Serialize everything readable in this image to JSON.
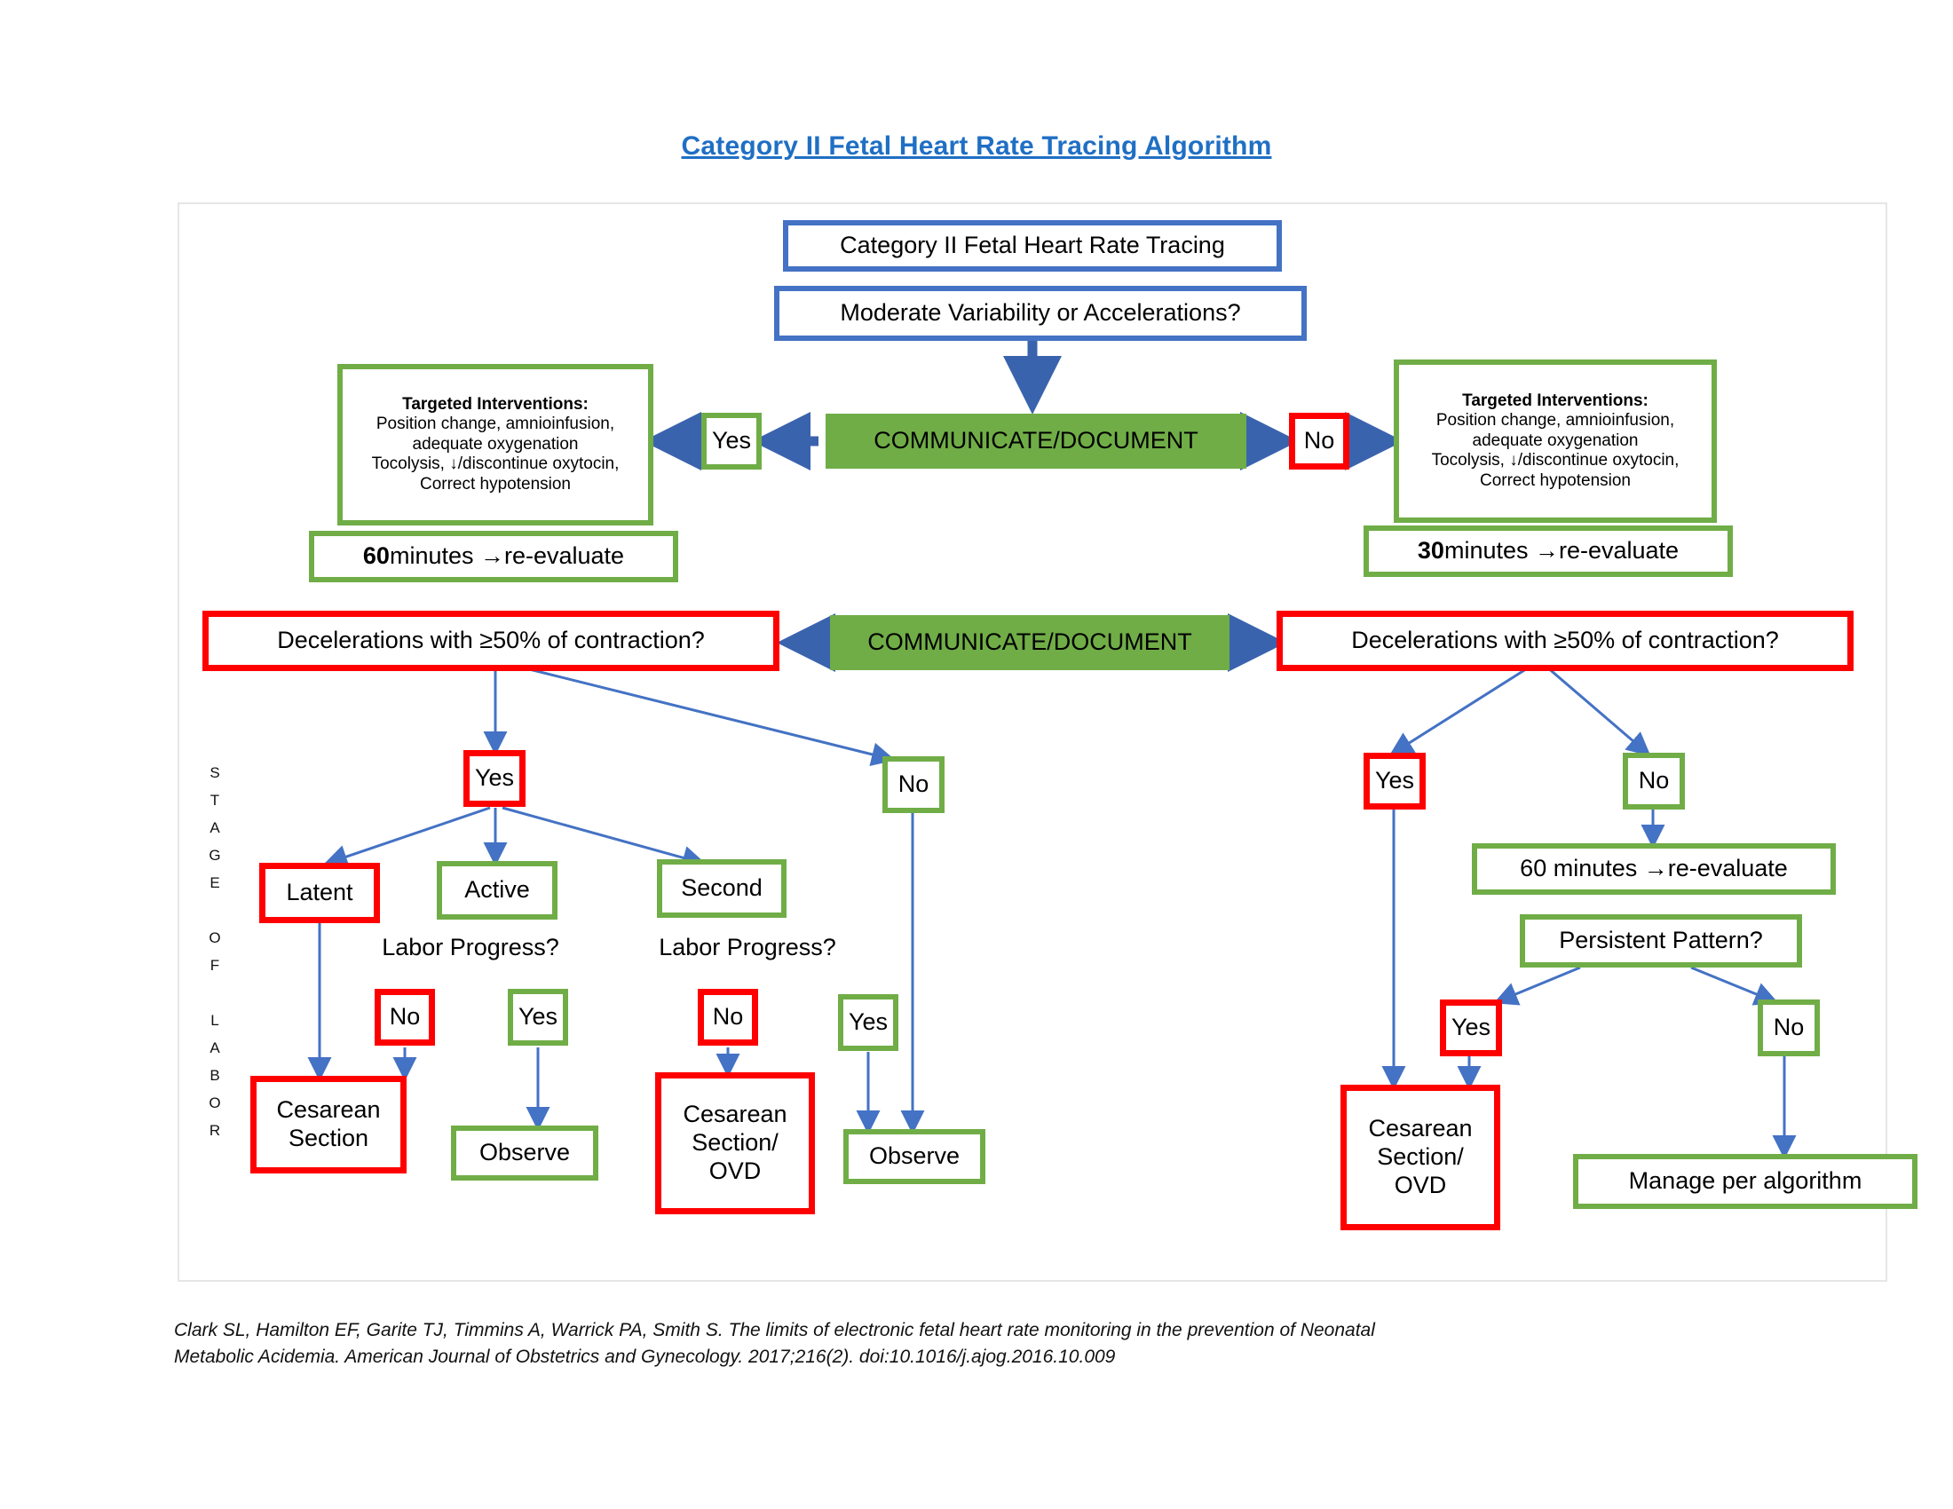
{
  "page": {
    "title": "Category II Fetal Heart Rate Tracing Algorithm"
  },
  "colors": {
    "title_blue": "#1F6FC4",
    "box_blue": "#4472C4",
    "box_red": "#FF0000",
    "box_green": "#70AD47",
    "green_fill": "#70AD47",
    "arrow_blue": "#4472C4",
    "frame_gray": "#E6E6E6"
  },
  "flow": {
    "root": "Category II Fetal Heart Rate Tracing",
    "root_question": "Moderate Variability or Accelerations?",
    "communicate_1": "COMMUNICATE/DOCUMENT",
    "communicate_2": "COMMUNICATE/DOCUMENT",
    "yes_label": "Yes",
    "no_label": "No",
    "interventions": {
      "heading": "Targeted Interventions:",
      "line1": "Position change, amnioinfusion,",
      "line2": "adequate oxygenation",
      "line3": "Tocolysis, ↓/discontinue oxytocin,",
      "line4": "Correct hypotension"
    },
    "reevaluate_left_bold": "60",
    "reevaluate_left_rest": " minutes →re-evaluate",
    "reevaluate_right_bold": "30",
    "reevaluate_right_rest": " minutes →re-evaluate",
    "decel_left": "Decelerations with ≥50% of contraction?",
    "decel_right": "Decelerations with ≥50% of contraction?",
    "stage_of_labor_letters": [
      "S",
      "T",
      "A",
      "G",
      "E",
      "",
      "O",
      "F",
      "",
      "L",
      "A",
      "B",
      "O",
      "R"
    ],
    "left_branch": {
      "yes": "Yes",
      "no": "No",
      "latent": "Latent",
      "active": "Active",
      "second": "Second",
      "labor_progress_1": "Labor Progress?",
      "labor_progress_2": "Labor Progress?",
      "lp1_no": "No",
      "lp1_yes": "Yes",
      "lp2_no": "No",
      "lp2_yes": "Yes",
      "cesarean_section_l1": "Cesarean",
      "cesarean_section_l2": "Section",
      "observe_1": "Observe",
      "cesarean_ovd_l1": "Cesarean",
      "cesarean_ovd_l2": "Section/",
      "cesarean_ovd_l3": "OVD",
      "observe_2": "Observe"
    },
    "right_branch": {
      "yes": "Yes",
      "no": "No",
      "sixty_minutes": "60 minutes →re-evaluate",
      "persistent_pattern": "Persistent Pattern?",
      "pp_yes": "Yes",
      "pp_no": "No",
      "cesarean_ovd_l1": "Cesarean",
      "cesarean_ovd_l2": "Section/",
      "cesarean_ovd_l3": "OVD",
      "manage_per_algorithm": "Manage per algorithm"
    }
  },
  "citation": {
    "line1": "Clark SL, Hamilton EF, Garite TJ, Timmins A, Warrick PA, Smith S. The limits of electronic fetal heart rate monitoring in the prevention of Neonatal",
    "line2": "Metabolic Acidemia. American Journal of Obstetrics and Gynecology. 2017;216(2). doi:10.1016/j.ajog.2016.10.009"
  }
}
